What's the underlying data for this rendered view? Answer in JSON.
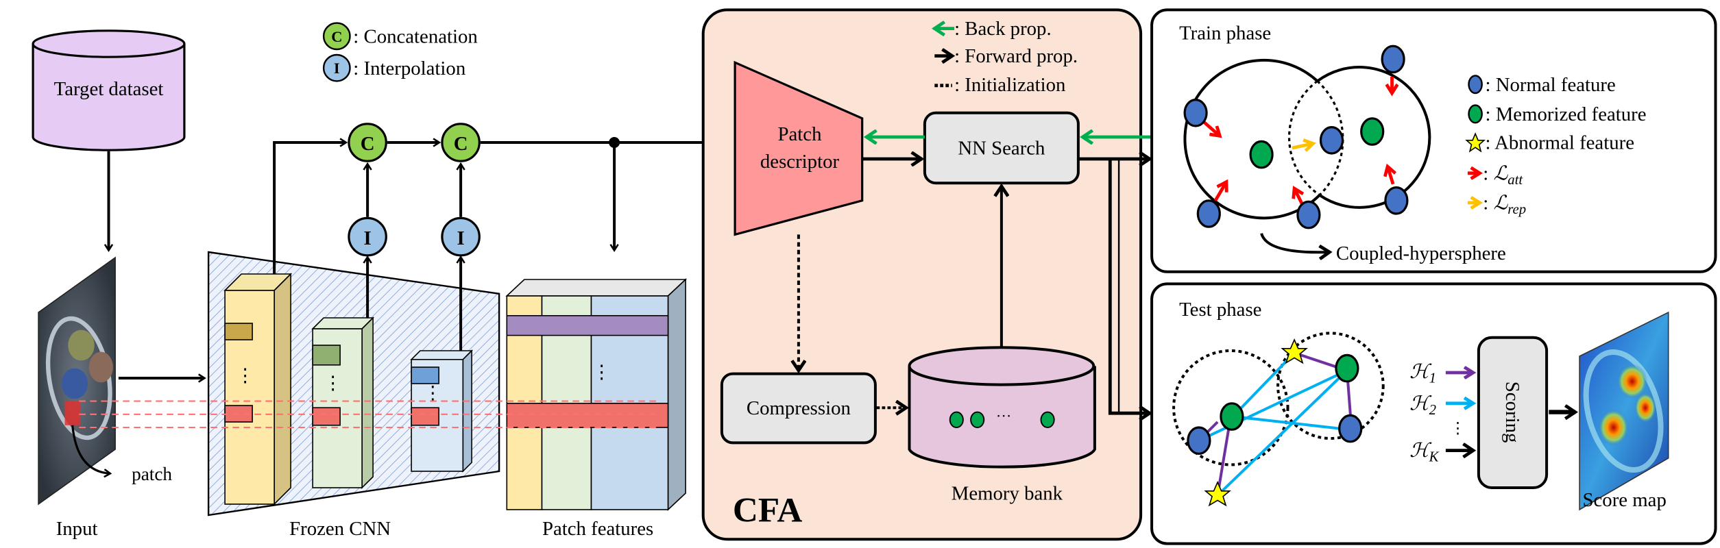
{
  "left": {
    "target_dataset": "Target dataset",
    "input_label": "Input",
    "patch_label": "patch",
    "frozen_cnn_label": "Frozen CNN",
    "patch_features_label": "Patch features",
    "concat_symbol": "C",
    "interp_symbol": "I",
    "legend_concat": ": Concatenation",
    "legend_interp": ": Interpolation",
    "ellipsis": "⋮"
  },
  "cfa": {
    "title": "CFA",
    "patch_descriptor_line1": "Patch",
    "patch_descriptor_line2": "descriptor",
    "nn_search": "NN Search",
    "compression": "Compression",
    "memory_bank": "Memory bank",
    "memory_ellipsis": "···",
    "legend_back": ": Back prop.",
    "legend_forward": ": Forward prop.",
    "legend_init": ": Initialization"
  },
  "train": {
    "title": "Train phase",
    "legend_normal": ": Normal feature",
    "legend_memorized": ": Memorized feature",
    "legend_abnormal": ": Abnormal feature",
    "legend_att_prefix": ": ",
    "legend_att": "ℒ",
    "legend_att_sub": "att",
    "legend_rep_prefix": ": ",
    "legend_rep": "ℒ",
    "legend_rep_sub": "rep",
    "coupled_hypersphere": "Coupled-hypersphere"
  },
  "test": {
    "title": "Test phase",
    "h1": "ℋ",
    "h1_sub": "1",
    "h2": "ℋ",
    "h2_sub": "2",
    "hk": "ℋ",
    "hk_sub": "K",
    "vdots": "⋮",
    "scoring": "Scoring",
    "score_map": "Score map"
  },
  "colors": {
    "cfa_bg": "#fbe3d6",
    "patch_descriptor": "#ff9999",
    "box_gray": "#e6e6e6",
    "memory_bank": "#e6c6dc",
    "dataset": "#e6ccf5",
    "back_prop": "#00b050",
    "normal": "#4472c4",
    "memorized": "#00a850",
    "abnormal": "#ffff00",
    "att": "#ff0000",
    "rep": "#ffc000",
    "cyan": "#00b0f0",
    "purple": "#7030a0",
    "concat": "#92d050",
    "interp": "#9dc3e6"
  }
}
